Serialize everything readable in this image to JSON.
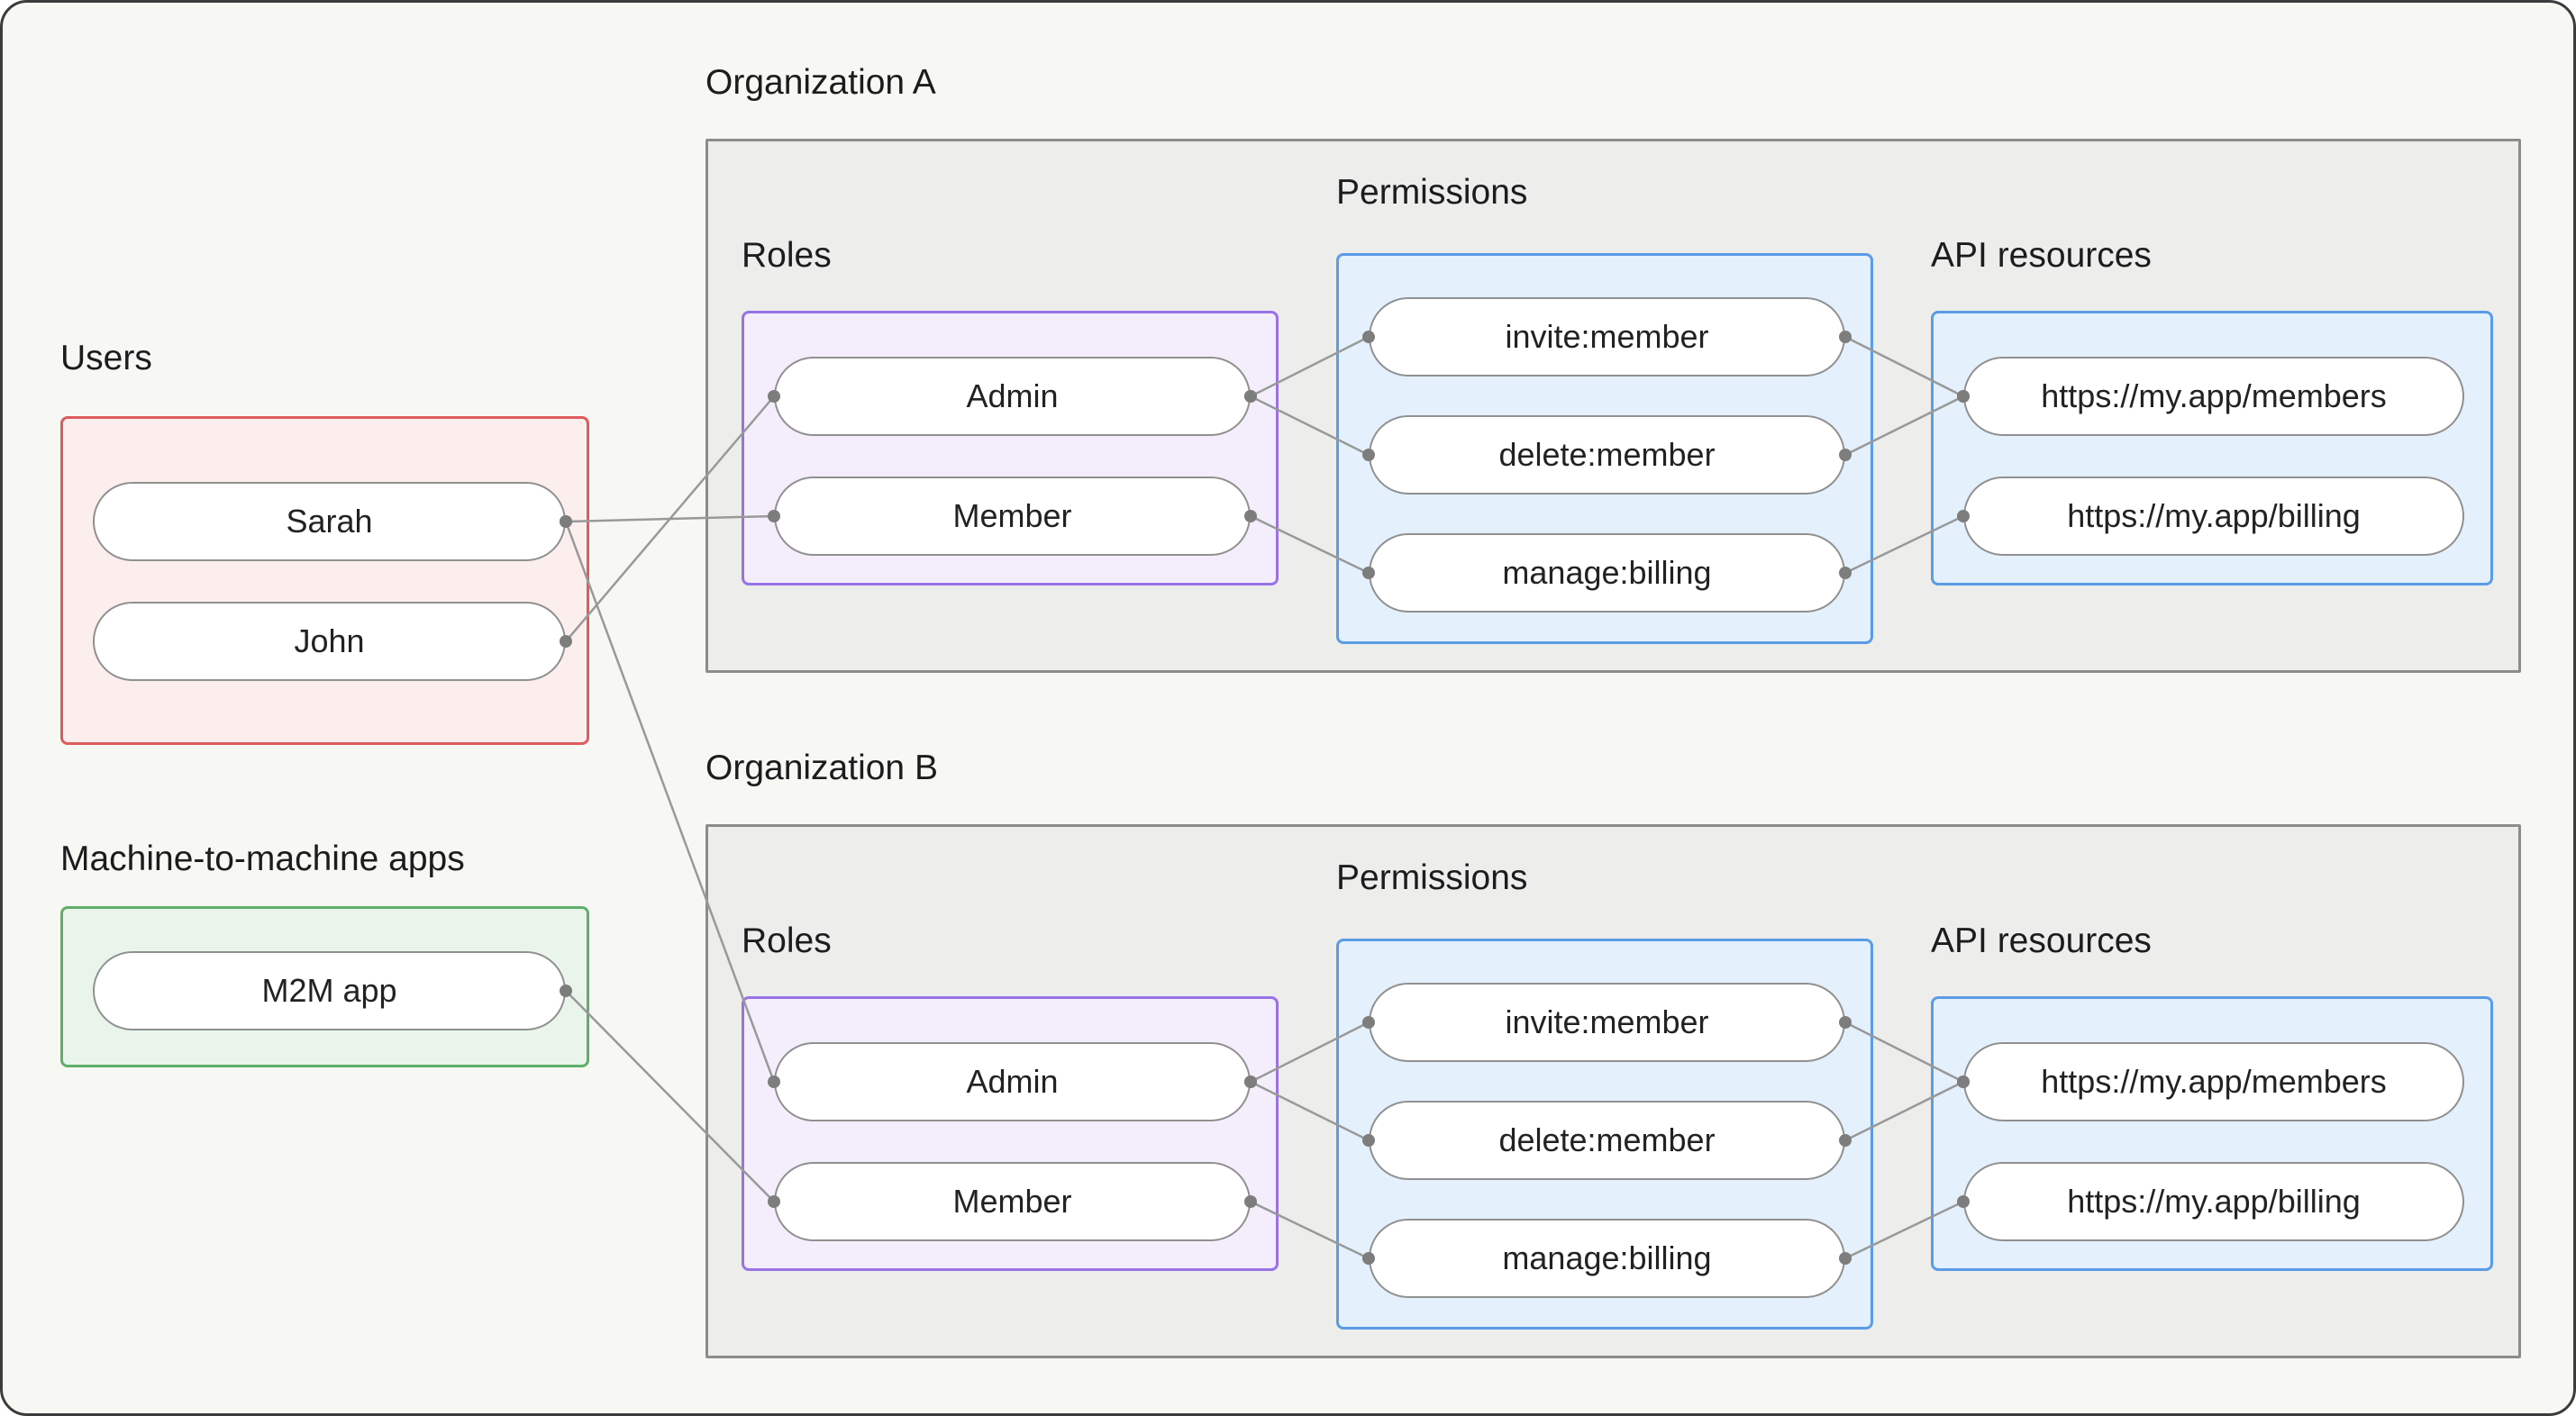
{
  "canvas": {
    "background": "#f7f8f4",
    "frame_border": "#3c3c3c"
  },
  "style": {
    "line_color": "#999999",
    "dot_color": "#7d7d7d",
    "pill_border": "#909090"
  },
  "groups": {
    "users": {
      "label": "Users",
      "box_fill": "#fdeeee",
      "box_border": "#dd5c5c",
      "items": [
        {
          "id": "sarah",
          "label": "Sarah"
        },
        {
          "id": "john",
          "label": "John"
        }
      ]
    },
    "m2m": {
      "label": "Machine-to-machine apps",
      "box_fill": "#e9f5eb",
      "box_border": "#5fae69",
      "items": [
        {
          "id": "m2m-app",
          "label": "M2M app"
        }
      ]
    }
  },
  "orgs": [
    {
      "label": "Organization A",
      "roles": {
        "label": "Roles",
        "box_fill": "#f4eefc",
        "box_border": "#9873e6",
        "items": [
          {
            "id": "orga-admin",
            "label": "Admin"
          },
          {
            "id": "orga-member",
            "label": "Member"
          }
        ]
      },
      "permissions": {
        "label": "Permissions",
        "box_fill": "#e4f1fd",
        "box_border": "#5b9ce6",
        "items": [
          {
            "id": "orga-invite",
            "label": "invite:member"
          },
          {
            "id": "orga-delete",
            "label": "delete:member"
          },
          {
            "id": "orga-manage",
            "label": "manage:billing"
          }
        ]
      },
      "resources": {
        "label": "API resources",
        "box_fill": "#e4f1fd",
        "box_border": "#5b9ce6",
        "items": [
          {
            "id": "orga-members",
            "label": "https://my.app/members"
          },
          {
            "id": "orga-billing",
            "label": "https://my.app/billing"
          }
        ]
      }
    },
    {
      "label": "Organization B",
      "roles": {
        "label": "Roles",
        "box_fill": "#f4eefc",
        "box_border": "#9873e6",
        "items": [
          {
            "id": "orgb-admin",
            "label": "Admin"
          },
          {
            "id": "orgb-member",
            "label": "Member"
          }
        ]
      },
      "permissions": {
        "label": "Permissions",
        "box_fill": "#e4f1fd",
        "box_border": "#5b9ce6",
        "items": [
          {
            "id": "orgb-invite",
            "label": "invite:member"
          },
          {
            "id": "orgb-delete",
            "label": "delete:member"
          },
          {
            "id": "orgb-manage",
            "label": "manage:billing"
          }
        ]
      },
      "resources": {
        "label": "API resources",
        "box_fill": "#e4f1fd",
        "box_border": "#5b9ce6",
        "items": [
          {
            "id": "orgb-members",
            "label": "https://my.app/members"
          },
          {
            "id": "orgb-billing",
            "label": "https://my.app/billing"
          }
        ]
      }
    }
  ],
  "connections": [
    [
      "sarah",
      "orga-member"
    ],
    [
      "john",
      "orga-admin"
    ],
    [
      "sarah",
      "orgb-admin"
    ],
    [
      "m2m-app",
      "orgb-member"
    ],
    [
      "orga-admin",
      "orga-invite"
    ],
    [
      "orga-admin",
      "orga-delete"
    ],
    [
      "orga-member",
      "orga-manage"
    ],
    [
      "orga-invite",
      "orga-members"
    ],
    [
      "orga-delete",
      "orga-members"
    ],
    [
      "orga-manage",
      "orga-billing"
    ],
    [
      "orgb-admin",
      "orgb-invite"
    ],
    [
      "orgb-admin",
      "orgb-delete"
    ],
    [
      "orgb-member",
      "orgb-manage"
    ],
    [
      "orgb-invite",
      "orgb-members"
    ],
    [
      "orgb-delete",
      "orgb-members"
    ],
    [
      "orgb-manage",
      "orgb-billing"
    ]
  ]
}
